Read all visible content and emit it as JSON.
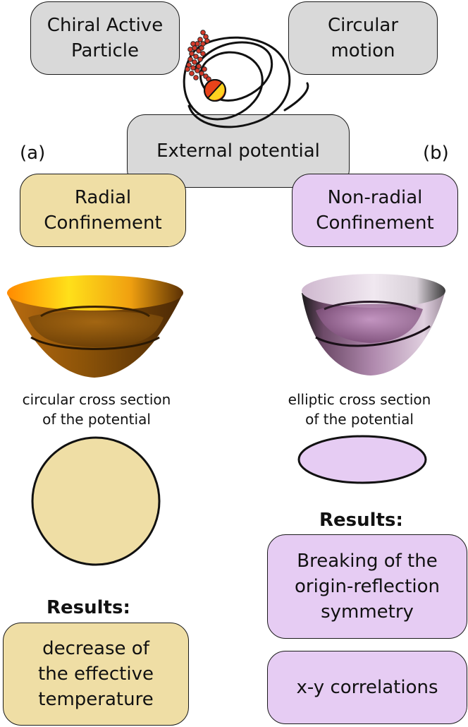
{
  "top": {
    "chiral": [
      "Chiral Active",
      "Particle"
    ],
    "circular": [
      "Circular",
      "motion"
    ],
    "external": "External potential"
  },
  "panel_a": {
    "tag": "(a)",
    "box": [
      "Radial",
      "Confinement"
    ],
    "caption": [
      "circular cross section",
      "of the potential"
    ],
    "results_title": "Results:",
    "results": [
      "decrease of",
      "the effective",
      "temperature"
    ]
  },
  "panel_b": {
    "tag": "(b)",
    "box": [
      "Non-radial",
      "Confinement"
    ],
    "caption": [
      "elliptic cross section",
      "of the potential"
    ],
    "results_title": "Results:",
    "results": [
      [
        "Breaking of the",
        "origin-reflection",
        "symmetry"
      ],
      [
        "x-y correlations"
      ]
    ]
  },
  "colors": {
    "gray_box": "#d9d9d9",
    "radial": "#efdea5",
    "non_radial": "#e6ccf3",
    "particle_red": "#e8431a",
    "particle_yellow": "#ffd21f"
  }
}
